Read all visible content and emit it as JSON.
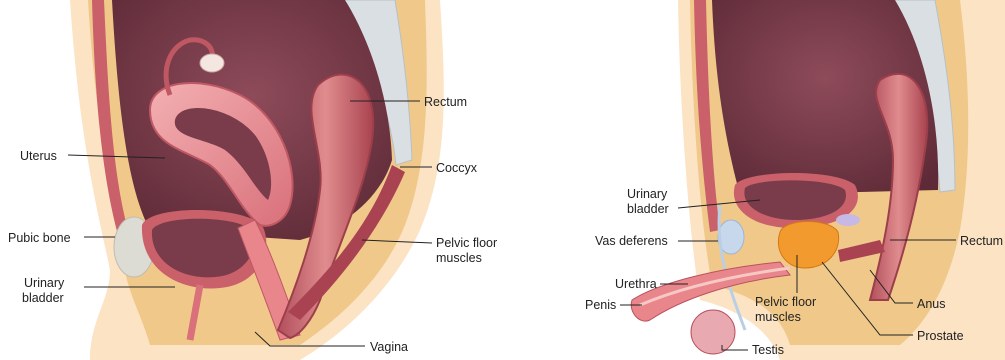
{
  "female_panel": {
    "labels": {
      "rectum": "Rectum",
      "uterus": "Uterus",
      "coccyx": "Coccyx",
      "pubic_bone": "Pubic bone",
      "pelvic_floor_line1": "Pelvic floor",
      "pelvic_floor_line2": "muscles",
      "urinary_bladder_line1": "Urinary",
      "urinary_bladder_line2": "bladder",
      "vagina": "Vagina"
    }
  },
  "male_panel": {
    "labels": {
      "urinary_bladder_line1": "Urinary",
      "urinary_bladder_line2": "bladder",
      "vas_deferens": "Vas deferens",
      "rectum": "Rectum",
      "urethra": "Urethra",
      "penis": "Penis",
      "anus": "Anus",
      "pelvic_floor_line1": "Pelvic floor",
      "pelvic_floor_line2": "muscles",
      "prostate": "Prostate",
      "testis": "Testis"
    }
  },
  "colors": {
    "skin": "#fbe3c4",
    "fat": "#f0c98a",
    "cavity": "#7a3c4a",
    "muscle_wall": "#c9606a",
    "organ_pink": "#e9868c",
    "bone": "#d9dfe3",
    "prostate": "#f29a2e",
    "vas": "#b9cfe6"
  }
}
